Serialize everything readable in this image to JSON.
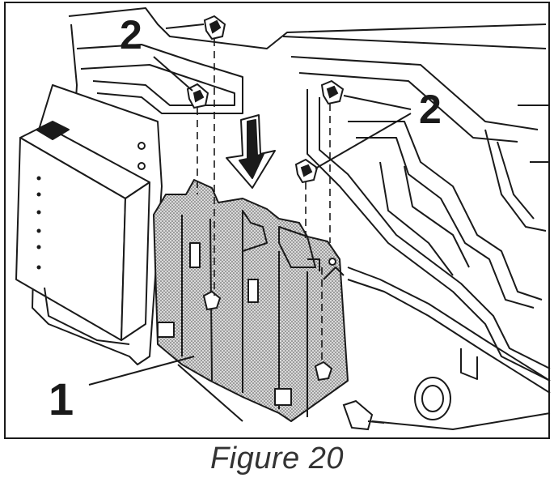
{
  "figure": {
    "caption": "Figure 20",
    "callouts": {
      "part_1": "1",
      "part_2_left": "2",
      "part_2_right": "2"
    }
  },
  "colors": {
    "line": "#1a1a1a",
    "stipple": "#b8b8b8",
    "paper": "#ffffff"
  },
  "icons": [
    "install-direction-arrow-icon",
    "clip-icon"
  ]
}
